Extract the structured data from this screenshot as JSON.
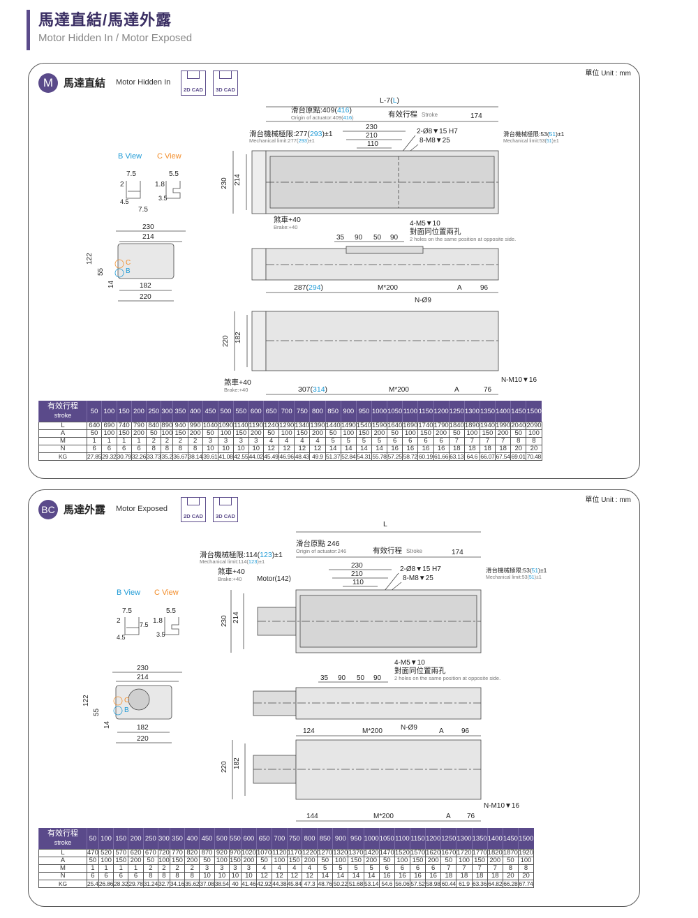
{
  "page": {
    "title_zh": "馬達直結/馬達外露",
    "title_en": "Motor Hidden In / Motor Exposed"
  },
  "common": {
    "unit": "單位 Unit : mm",
    "cad2d": "2D CAD",
    "cad3d": "3D CAD",
    "b_view": "B View",
    "c_view": "C View",
    "stroke_zh": "有效行程",
    "stroke_en": "stroke"
  },
  "colors": {
    "accent": "#5a4a8a",
    "blue": "#1e9ad6",
    "orange": "#f28c28"
  },
  "strokes": [
    "50",
    "100",
    "150",
    "200",
    "250",
    "300",
    "350",
    "400",
    "450",
    "500",
    "550",
    "600",
    "650",
    "700",
    "750",
    "800",
    "850",
    "900",
    "950",
    "1000",
    "1050",
    "1100",
    "1150",
    "1200",
    "1250",
    "1300",
    "1350",
    "1400",
    "1450",
    "1500"
  ],
  "m": {
    "badge": "M",
    "title_zh": "馬達直結",
    "title_en": "Motor Hidden In",
    "labels": {
      "l7": "L-7(",
      "l7b": "L",
      "l7c": ")",
      "origin_zh": "滑台原點:409(",
      "origin_b": "416",
      "origin_c": ")",
      "origin_en": "Origin of actuator:409(",
      "origin_en_b": "416",
      "origin_en_c": ")",
      "stroke_zh": "有效行程",
      "stroke_en": "Stroke",
      "d174": "174",
      "mech_l_zh": "滑台機械極限:277(",
      "mech_l_b": "293",
      "mech_l_c": ")±1",
      "mech_l_en": "Mechanical limit:277(",
      "mech_l_en_b": "293",
      "mech_l_en_c": ")±1",
      "mech_r_zh": "滑台機械極限:53(",
      "mech_r_b": "51",
      "mech_r_c": ")±1",
      "mech_r_en": "Mechanical limit:53(",
      "mech_r_en_b": "51",
      "mech_r_en_c": ")±1",
      "d230": "230",
      "d210": "210",
      "d110": "110",
      "hole1": "2-Ø8▼15 H7",
      "hole2": "8-M8▼25",
      "h230": "230",
      "h214": "214",
      "brake_zh": "煞車+40",
      "brake_en": "Brake:+40",
      "m5": "4-M5▼10",
      "same_zh": "對面同位置兩孔",
      "same_en": "2 holes on the same position at opposite side.",
      "d35": "35",
      "d90a": "90",
      "d50": "50",
      "d90b": "90",
      "top287": "287(",
      "top287b": "294",
      "top287c": ")",
      "m200": "M*200",
      "a": "A",
      "d96": "96",
      "n9": "N-Ø9",
      "h220": "220",
      "h182": "182",
      "brake2_zh": "煞車+40",
      "brake2_en": "Brake:+40",
      "bot307": "307(",
      "bot307b": "314",
      "bot307c": ")",
      "m200b": "M*200",
      "a2": "A",
      "d76": "76",
      "nm10": "N-M10▼16",
      "bv75": "7.5",
      "bv2": "2",
      "bv45": "4.5",
      "bv75b": "7.5",
      "cv55": "5.5",
      "cv18": "1.8",
      "cv35": "3.5",
      "e230": "230",
      "e214": "214",
      "e122": "122",
      "e55": "55",
      "e14": "14",
      "e182": "182",
      "e220": "220",
      "ec": "C",
      "eb": "B"
    },
    "rows": [
      {
        "label": "L",
        "values": [
          "640",
          "690",
          "740",
          "790",
          "840",
          "890",
          "940",
          "990",
          "1040",
          "1090",
          "1140",
          "1190",
          "1240",
          "1290",
          "1340",
          "1390",
          "1440",
          "1490",
          "1540",
          "1590",
          "1640",
          "1690",
          "1740",
          "1790",
          "1840",
          "1890",
          "1940",
          "1990",
          "2040",
          "2090"
        ]
      },
      {
        "label": "A",
        "values": [
          "50",
          "100",
          "150",
          "200",
          "50",
          "100",
          "150",
          "200",
          "50",
          "100",
          "150",
          "200",
          "50",
          "100",
          "150",
          "200",
          "50",
          "100",
          "150",
          "200",
          "50",
          "100",
          "150",
          "200",
          "50",
          "100",
          "150",
          "200",
          "50",
          "100"
        ]
      },
      {
        "label": "M",
        "values": [
          "1",
          "1",
          "1",
          "1",
          "2",
          "2",
          "2",
          "2",
          "3",
          "3",
          "3",
          "3",
          "4",
          "4",
          "4",
          "4",
          "5",
          "5",
          "5",
          "5",
          "6",
          "6",
          "6",
          "6",
          "7",
          "7",
          "7",
          "7",
          "8",
          "8"
        ]
      },
      {
        "label": "N",
        "values": [
          "6",
          "6",
          "6",
          "6",
          "8",
          "8",
          "8",
          "8",
          "10",
          "10",
          "10",
          "10",
          "12",
          "12",
          "12",
          "12",
          "14",
          "14",
          "14",
          "14",
          "16",
          "16",
          "16",
          "16",
          "18",
          "18",
          "18",
          "18",
          "20",
          "20"
        ]
      },
      {
        "label": "KG",
        "values": [
          "27.85",
          "29.32",
          "30.79",
          "32.26",
          "33.73",
          "35.2",
          "36.67",
          "38.14",
          "39.61",
          "41.08",
          "42.55",
          "44.02",
          "45.49",
          "46.96",
          "48.43",
          "49.9",
          "51.37",
          "52.84",
          "54.31",
          "55.78",
          "57.25",
          "58.72",
          "60.19",
          "61.66",
          "63.13",
          "64.6",
          "66.07",
          "67.54",
          "69.01",
          "70.48"
        ]
      }
    ]
  },
  "bc": {
    "badge": "BC",
    "title_zh": "馬達外露",
    "title_en": "Motor Exposed",
    "labels": {
      "l": "L",
      "origin_zh": "滑台原點 246",
      "origin_en": "Origin of actuator:246",
      "stroke_zh": "有效行程",
      "stroke_en": "Stroke",
      "d174": "174",
      "mech_l_zh": "滑台機械極限:114(",
      "mech_l_b": "123",
      "mech_l_c": ")±1",
      "mech_l_en": "Mechanical limit:114(",
      "mech_l_en_b": "123",
      "mech_l_en_c": ")±1",
      "mech_r_zh": "滑台機械極限:53(",
      "mech_r_b": "51",
      "mech_r_c": ")±1",
      "mech_r_en": "Mechanical limit:53(",
      "mech_r_en_b": "51",
      "mech_r_en_c": ")±1",
      "brake_zh": "煞車+40",
      "brake_en": "Brake:+40",
      "motor": "Motor(142)",
      "d230": "230",
      "d210": "210",
      "d110": "110",
      "hole1": "2-Ø8▼15 H7",
      "hole2": "8-M8▼25",
      "h230": "230",
      "h214": "214",
      "m5": "4-M5▼10",
      "same_zh": "對面同位置兩孔",
      "same_en": "2 holes on the same position at opposite side.",
      "d35": "35",
      "d90a": "90",
      "d50": "50",
      "d90b": "90",
      "top124": "124",
      "m200": "M*200",
      "n9": "N-Ø9",
      "a": "A",
      "d96": "96",
      "h220": "220",
      "h182": "182",
      "nm10": "N-M10▼16",
      "bot144": "144",
      "m200b": "M*200",
      "a2": "A",
      "d76": "76",
      "bv75": "7.5",
      "bv2": "2",
      "bv45": "4.5",
      "bv75b": "7.5",
      "cv55": "5.5",
      "cv18": "1.8",
      "cv35": "3.5",
      "e230": "230",
      "e214": "214",
      "e122": "122",
      "e55": "55",
      "e14": "14",
      "e182": "182",
      "e220": "220",
      "ec": "C",
      "eb": "B"
    },
    "rows": [
      {
        "label": "L",
        "values": [
          "470",
          "520",
          "570",
          "620",
          "670",
          "720",
          "770",
          "820",
          "870",
          "920",
          "970",
          "1020",
          "1070",
          "1120",
          "1170",
          "1220",
          "1270",
          "1320",
          "1370",
          "1420",
          "1470",
          "1520",
          "1570",
          "1620",
          "1670",
          "1720",
          "1770",
          "1820",
          "1870",
          "1920"
        ]
      },
      {
        "label": "A",
        "values": [
          "50",
          "100",
          "150",
          "200",
          "50",
          "100",
          "150",
          "200",
          "50",
          "100",
          "150",
          "200",
          "50",
          "100",
          "150",
          "200",
          "50",
          "100",
          "150",
          "200",
          "50",
          "100",
          "150",
          "200",
          "50",
          "100",
          "150",
          "200",
          "50",
          "100"
        ]
      },
      {
        "label": "M",
        "values": [
          "1",
          "1",
          "1",
          "1",
          "2",
          "2",
          "2",
          "2",
          "3",
          "3",
          "3",
          "3",
          "4",
          "4",
          "4",
          "4",
          "5",
          "5",
          "5",
          "5",
          "6",
          "6",
          "6",
          "6",
          "7",
          "7",
          "7",
          "7",
          "8",
          "8"
        ]
      },
      {
        "label": "N",
        "values": [
          "6",
          "6",
          "6",
          "6",
          "8",
          "8",
          "8",
          "8",
          "10",
          "10",
          "10",
          "10",
          "12",
          "12",
          "12",
          "12",
          "14",
          "14",
          "14",
          "14",
          "16",
          "16",
          "16",
          "16",
          "18",
          "18",
          "18",
          "18",
          "20",
          "20"
        ]
      },
      {
        "label": "KG",
        "values": [
          "25.4",
          "26.86",
          "28.32",
          "29.78",
          "31.24",
          "32.7",
          "34.16",
          "35.62",
          "37.08",
          "38.54",
          "40",
          "41.46",
          "42.92",
          "44.38",
          "45.84",
          "47.3",
          "48.76",
          "50.22",
          "51.68",
          "53.14",
          "54.6",
          "56.06",
          "57.52",
          "58.98",
          "60.44",
          "61.9",
          "63.36",
          "64.82",
          "66.28",
          "67.74"
        ]
      }
    ]
  }
}
